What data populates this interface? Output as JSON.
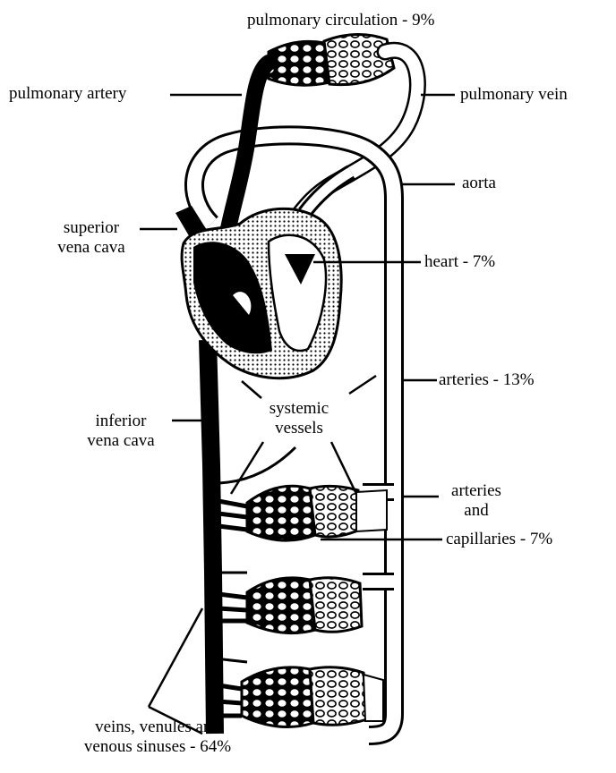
{
  "diagram": {
    "labels": {
      "pulmonary_circulation": "pulmonary circulation - 9%",
      "pulmonary_artery": "pulmonary artery",
      "pulmonary_vein": "pulmonary vein",
      "aorta": "aorta",
      "superior_vena_cava_1": "superior",
      "superior_vena_cava_2": "vena cava",
      "heart": "heart - 7%",
      "arteries": "arteries - 13%",
      "systemic_vessels_1": "systemic",
      "systemic_vessels_2": "vessels",
      "inferior_vena_cava_1": "inferior",
      "inferior_vena_cava_2": "vena cava",
      "arterioles_1": "arteries",
      "arterioles_2": "and",
      "arterioles_3": "capillaries - 7%",
      "veins_1": "veins, venules and",
      "veins_2": "venous sinuses - 64%"
    },
    "colors": {
      "ink": "#000000",
      "paper": "#ffffff"
    }
  }
}
